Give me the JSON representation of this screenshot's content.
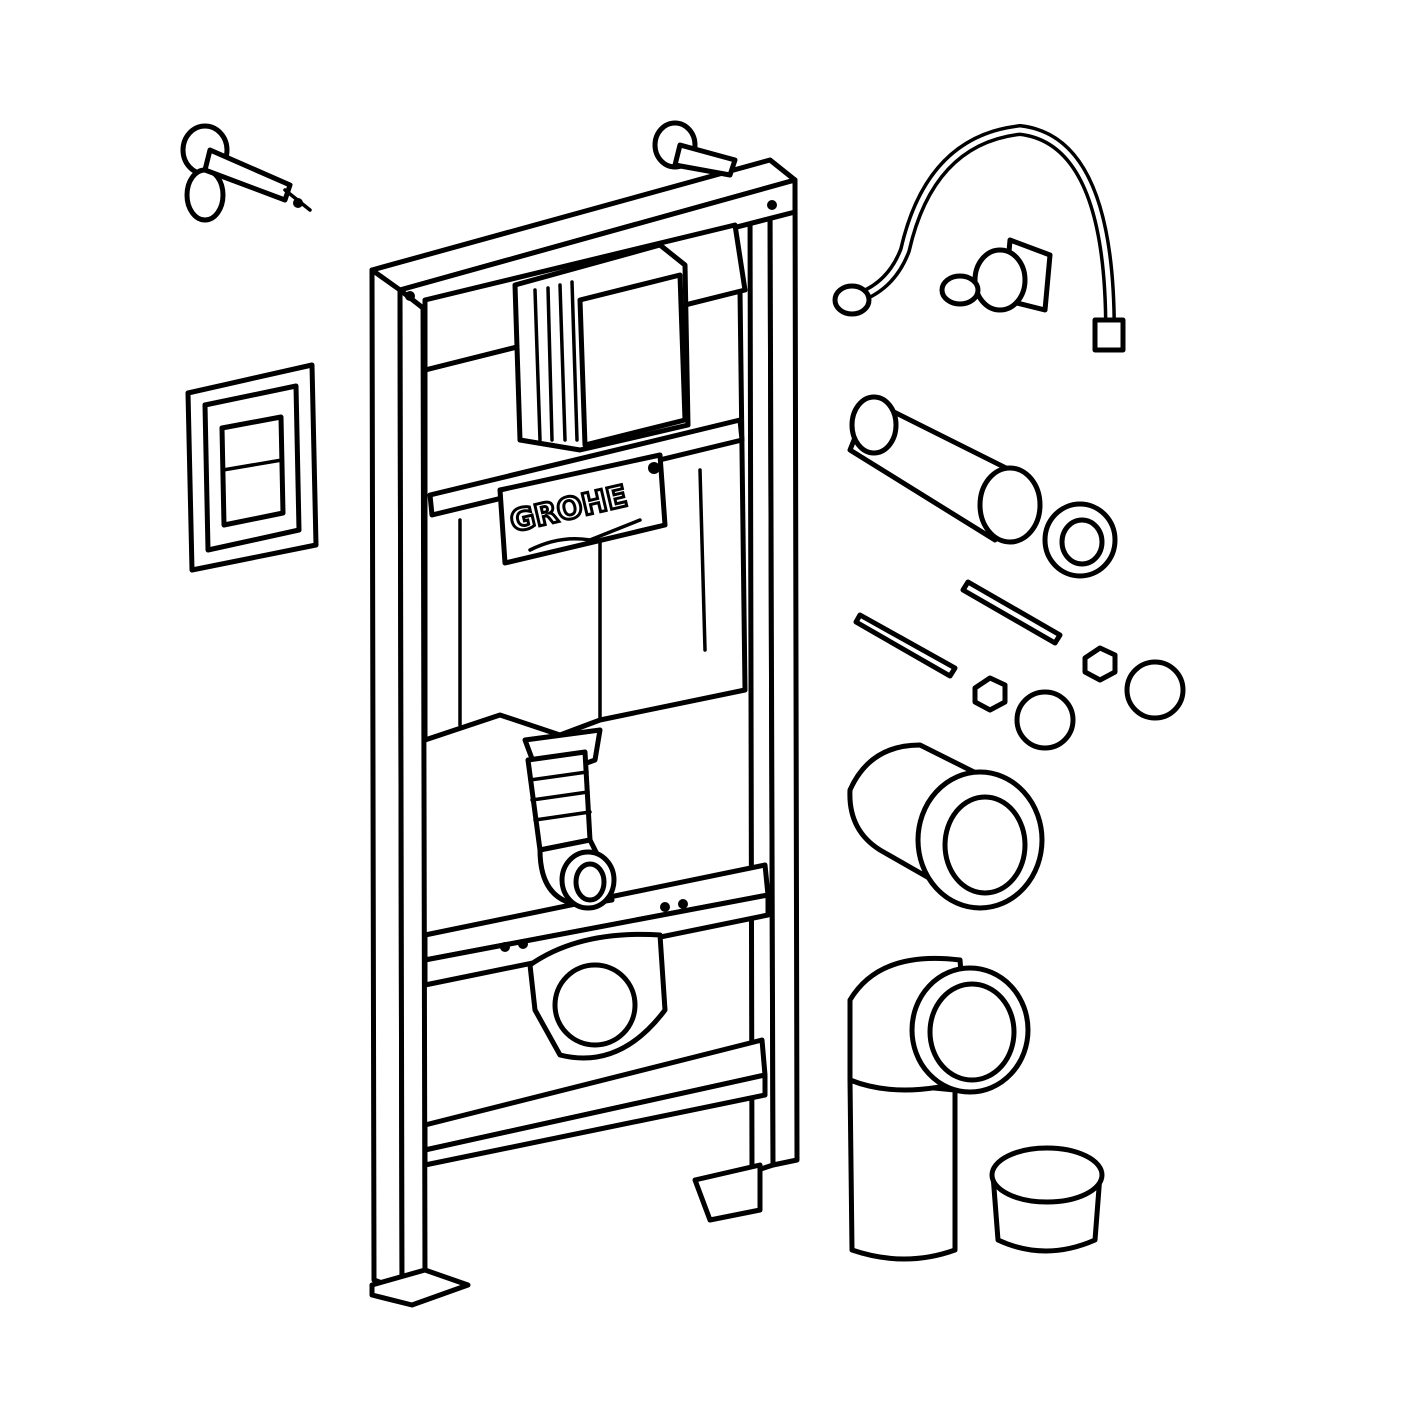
{
  "diagram": {
    "brand_logo": "GROHE",
    "colors": {
      "line": "#000000",
      "background": "#ffffff"
    },
    "components": [
      "wall-anchor-bracket",
      "flush-plate",
      "installation-frame",
      "cistern",
      "water-supply-hose",
      "angle-valve",
      "flush-pipe",
      "pipe-seal",
      "threaded-studs",
      "nuts",
      "cap-nuts",
      "toilet-connector",
      "drain-elbow",
      "end-cap"
    ]
  }
}
